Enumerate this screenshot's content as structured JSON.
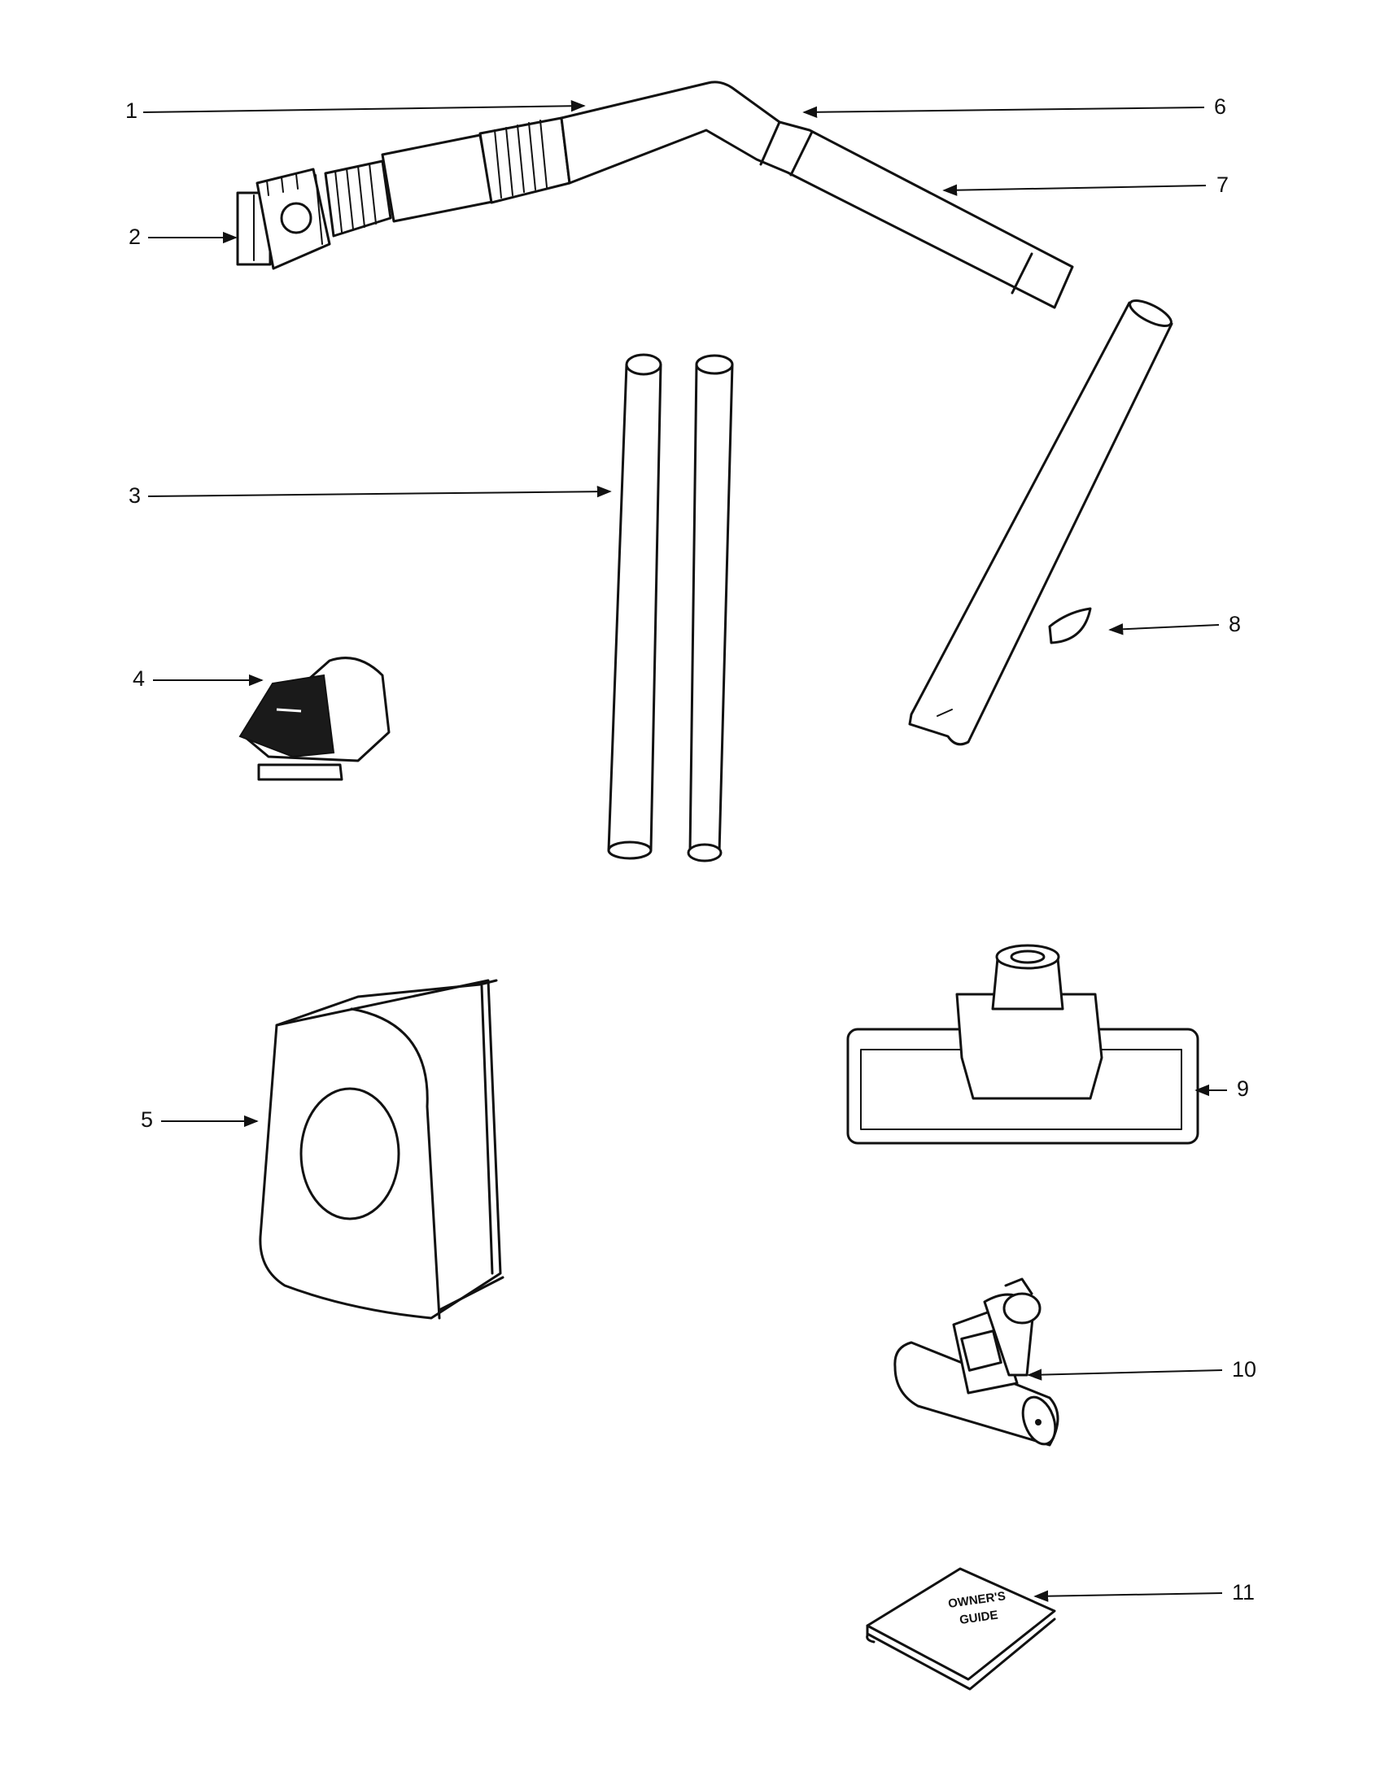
{
  "callouts": [
    {
      "number": "1"
    },
    {
      "number": "2"
    },
    {
      "number": "3"
    },
    {
      "number": "4"
    },
    {
      "number": "5"
    },
    {
      "number": "6"
    },
    {
      "number": "7"
    },
    {
      "number": "8"
    },
    {
      "number": "9"
    },
    {
      "number": "10"
    },
    {
      "number": "11"
    }
  ],
  "book_cover": {
    "line1": "OWNER'S",
    "line2": "GUIDE"
  },
  "colors": {
    "ink": "#111111",
    "background": "#ffffff"
  }
}
